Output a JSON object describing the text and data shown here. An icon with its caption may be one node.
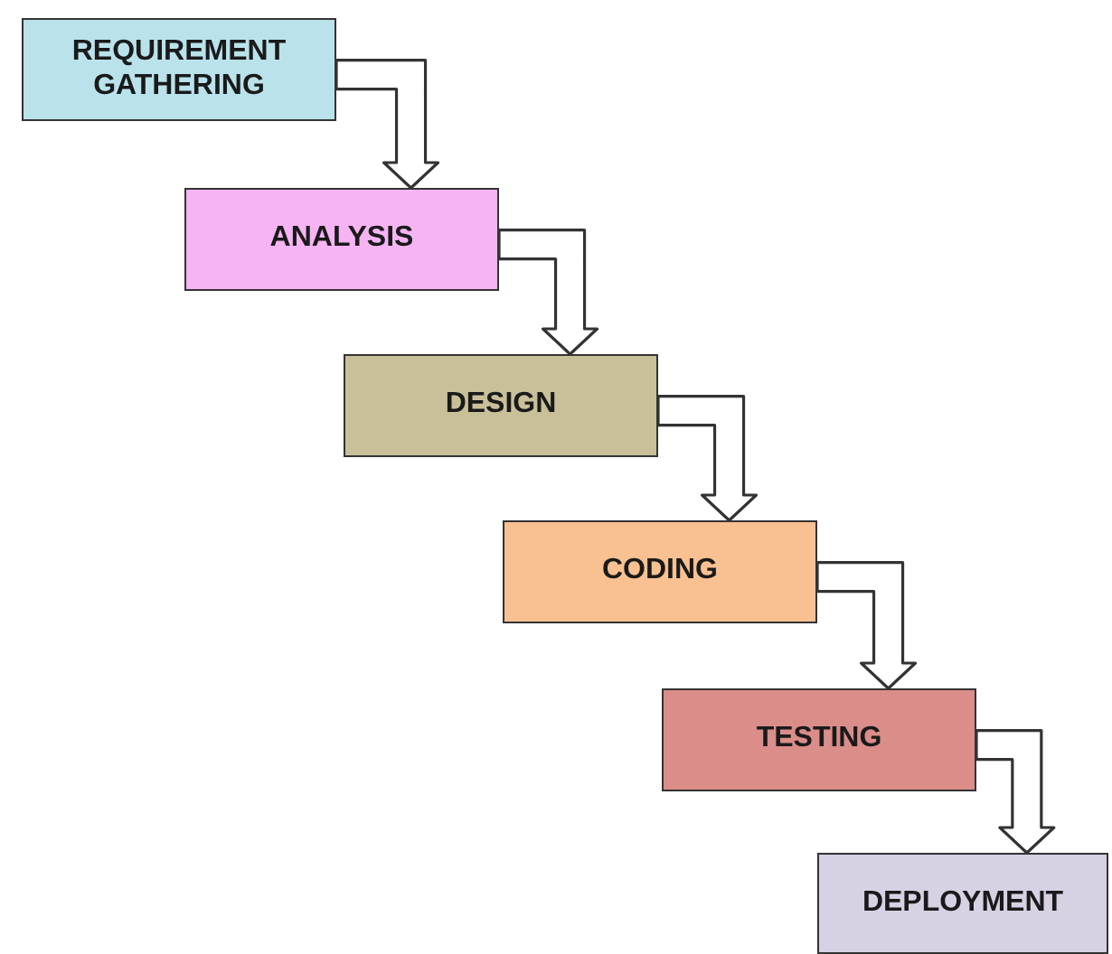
{
  "diagram": {
    "nodes": [
      {
        "text": [
          "REQUIREMENT GATHERING"
        ]
      },
      {
        "text": [
          "ANALYSIS"
        ]
      },
      {
        "text": [
          "DESIGN"
        ]
      },
      {
        "text": [
          "CODING"
        ]
      },
      {
        "text": [
          "TESTING"
        ]
      },
      {
        "text": [
          "DEPLOYMENT"
        ]
      }
    ],
    "edges": [
      {
        "from": 0,
        "to": 1,
        "arrow": "to"
      },
      {
        "from": 1,
        "to": 2,
        "arrow": "to"
      },
      {
        "from": 2,
        "to": 3,
        "arrow": "to"
      },
      {
        "from": 3,
        "to": 4,
        "arrow": "to"
      },
      {
        "from": 4,
        "to": 5,
        "arrow": "to"
      }
    ]
  }
}
